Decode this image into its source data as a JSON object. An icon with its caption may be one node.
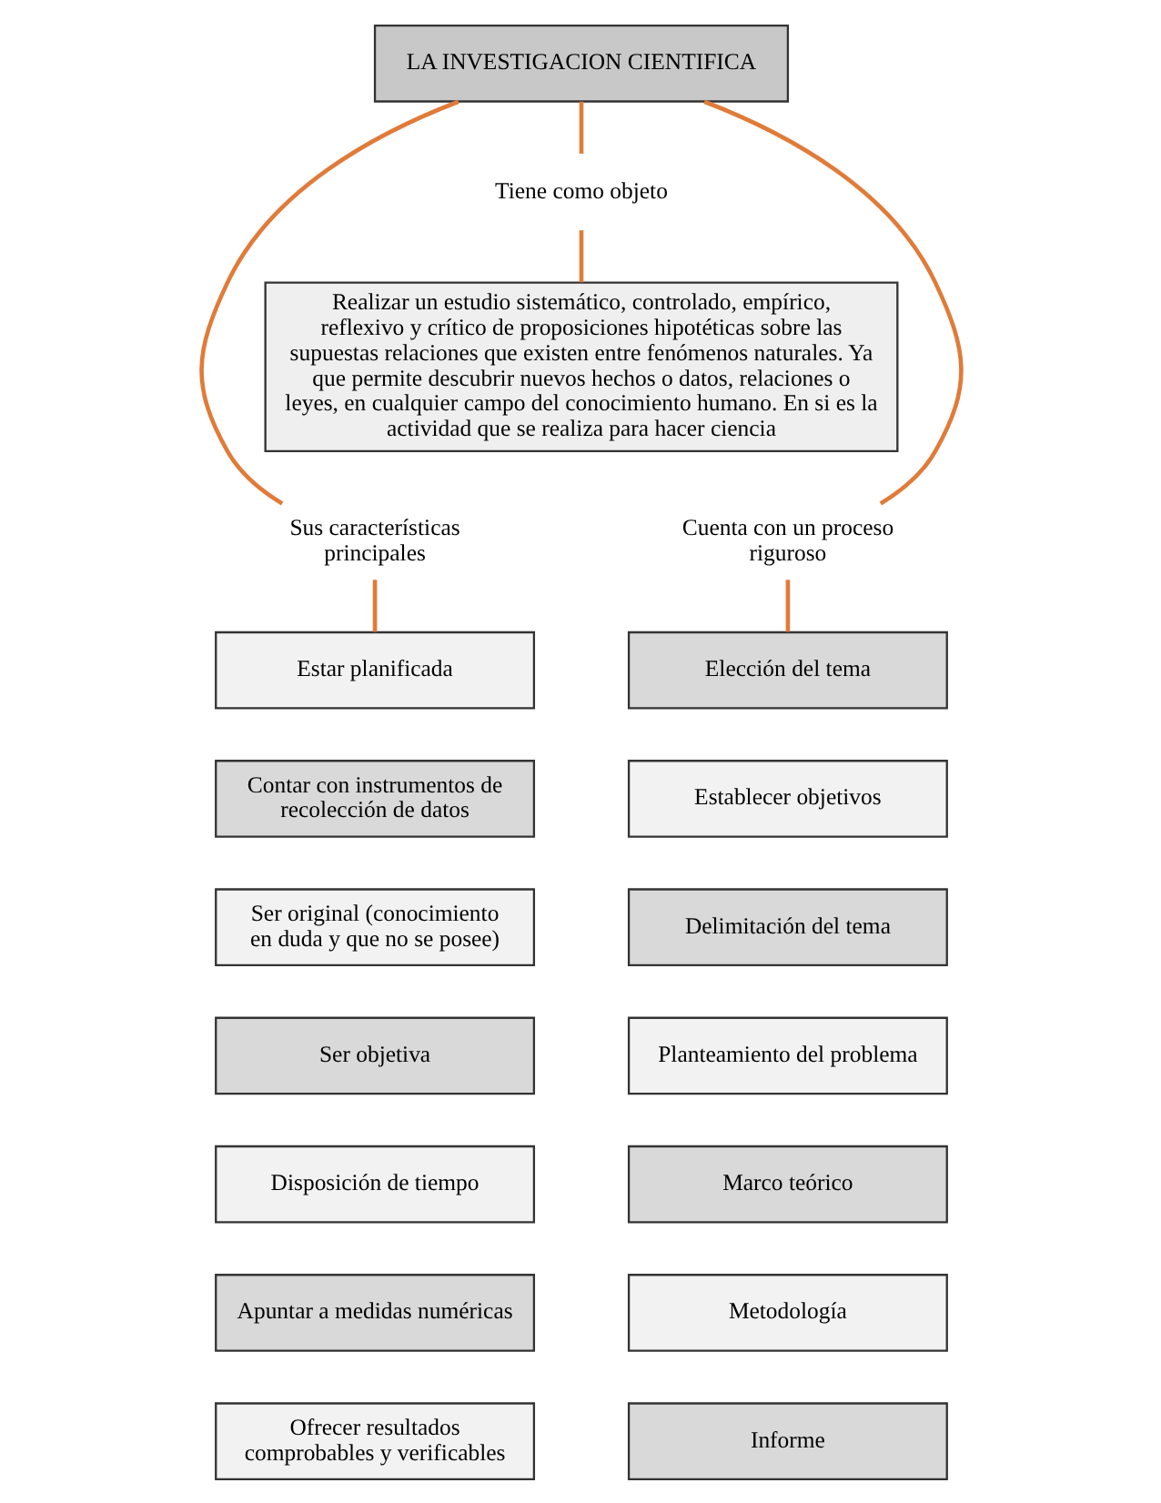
{
  "diagram": {
    "nodes": [
      {
        "text": [
          "LA INVESTIGACION CIENTIFICA"
        ]
      },
      {
        "text": [
          "Tiene como objeto"
        ]
      },
      {
        "text": [
          "Realizar un estudio sistemático, controlado, empírico, reflexivo y crítico de proposiciones hipotéticas sobre las supuestas relaciones que existen entre fenómenos naturales. Ya que permite descubrir nuevos hechos o datos, relaciones o leyes, en cualquier campo del conocimiento humano. En si es la actividad que se realiza para hacer ciencia"
        ]
      },
      {
        "text": [
          "Sus características principales"
        ]
      },
      {
        "text": [
          "Cuenta con un proceso riguroso"
        ]
      },
      {
        "text": [
          "Estar planificada"
        ]
      },
      {
        "text": [
          "Contar con instrumentos de recolección de datos"
        ]
      },
      {
        "text": [
          "Ser original (conocimiento en duda y que no se posee)"
        ]
      },
      {
        "text": [
          "Ser objetiva"
        ]
      },
      {
        "text": [
          "Disposición de tiempo"
        ]
      },
      {
        "text": [
          "Apuntar a medidas numéricas"
        ]
      },
      {
        "text": [
          "Ofrecer resultados comprobables y verificables"
        ]
      },
      {
        "text": [
          "Elección del tema"
        ]
      },
      {
        "text": [
          "Establecer objetivos"
        ]
      },
      {
        "text": [
          "Delimitación del tema"
        ]
      },
      {
        "text": [
          "Planteamiento del problema"
        ]
      },
      {
        "text": [
          "Marco teórico"
        ]
      },
      {
        "text": [
          "Metodología"
        ]
      },
      {
        "text": [
          "Informe"
        ]
      }
    ],
    "edges": [
      {
        "from": 0,
        "to": 1,
        "arrow": "none"
      },
      {
        "from": 1,
        "to": 2,
        "arrow": "none"
      },
      {
        "from": 0,
        "to": 3,
        "arrow": "none"
      },
      {
        "from": 0,
        "to": 4,
        "arrow": "none"
      },
      {
        "from": 3,
        "to": 5,
        "arrow": "none"
      },
      {
        "from": 4,
        "to": 12,
        "arrow": "none"
      }
    ]
  }
}
